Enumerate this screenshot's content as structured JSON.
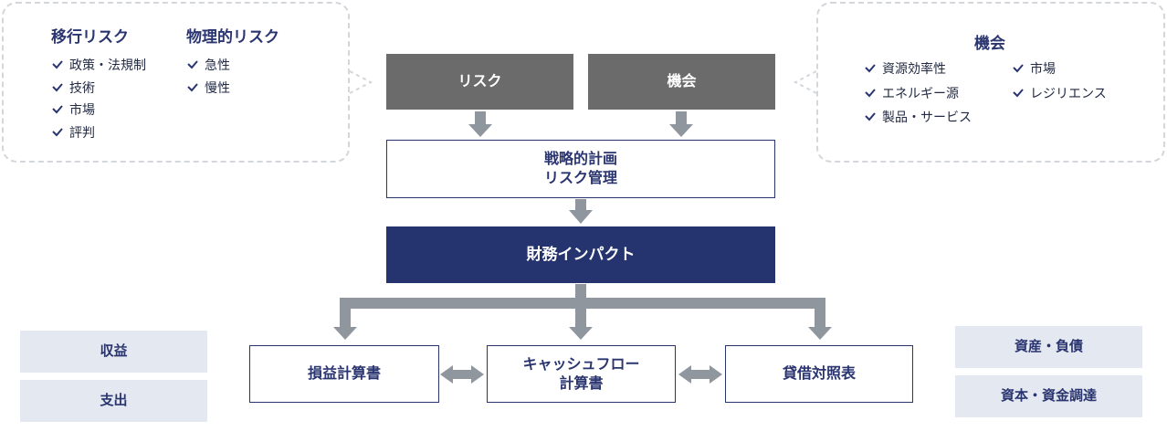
{
  "left_panel": {
    "transition": {
      "title": "移行リスク",
      "items": [
        "政策・法規制",
        "技術",
        "市場",
        "評判"
      ]
    },
    "physical": {
      "title": "物理的リスク",
      "items": [
        "急性",
        "慢性"
      ]
    }
  },
  "right_panel": {
    "title": "機会",
    "col1": [
      "資源効率性",
      "エネルギー源",
      "製品・サービス"
    ],
    "col2": [
      "市場",
      "レジリエンス"
    ]
  },
  "risk_box": "リスク",
  "opportunity_box": "機会",
  "strategy_box": {
    "line1": "戦略的計画",
    "line2": "リスク管理"
  },
  "financial_impact": "財務インパクト",
  "statements": {
    "pl": "損益計算書",
    "cf": {
      "line1": "キャッシュフロー",
      "line2": "計算書"
    },
    "bs": "貸借対照表"
  },
  "pl_items": [
    "収益",
    "支出"
  ],
  "bs_items": [
    "資産・負債",
    "資本・資金調達"
  ],
  "colors": {
    "navy": "#25346e",
    "gray_box": "#6b6b6b",
    "arrow_gray": "#8f969e",
    "check_blue": "#2a3570",
    "pale_box": "#e4e9f1",
    "dashed_border": "#d3d6db"
  }
}
